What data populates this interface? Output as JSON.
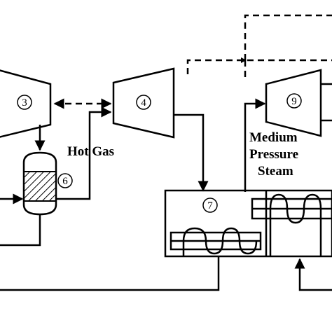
{
  "diagram": {
    "nodes": {
      "compressor_3": "3",
      "turbine_4": "4",
      "reactor_6": "6",
      "heat_exchanger_7": "7",
      "turbine_9": "9"
    },
    "labels": {
      "hot_gas": "Hot Gas",
      "medium_pressure_line1": "Medium",
      "medium_pressure_line2": "Pressure",
      "medium_pressure_line3": "Steam"
    },
    "colors": {
      "line": "#000000",
      "background": "#ffffff"
    }
  }
}
